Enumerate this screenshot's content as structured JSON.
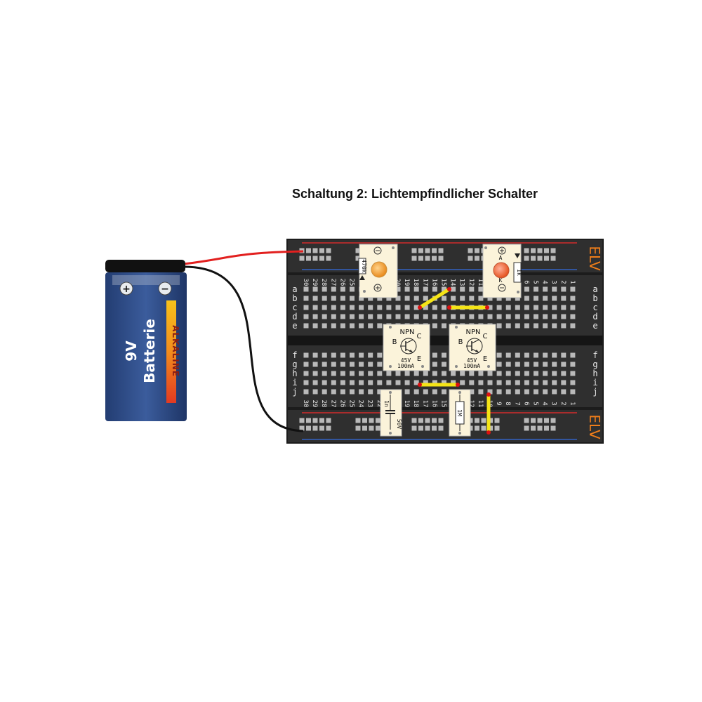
{
  "title": "Schaltung 2: Lichtempfindlicher Schalter",
  "board": {
    "brand": "ELV",
    "columns_top": [
      "30",
      "29",
      "28",
      "27",
      "26",
      "25",
      "24",
      "23",
      "22",
      "21",
      "20",
      "19",
      "18",
      "17",
      "16",
      "15",
      "14",
      "13",
      "12",
      "11",
      "10",
      "9",
      "8",
      "7",
      "6",
      "5",
      "4",
      "3",
      "2",
      "1"
    ],
    "rows_top": [
      "a",
      "b",
      "c",
      "d",
      "e"
    ],
    "rows_bottom": [
      "f",
      "g",
      "h",
      "i",
      "j"
    ]
  },
  "battery": {
    "voltage": "9V",
    "label": "Batterie",
    "brand": "ALKALINE",
    "plus": "+",
    "minus": "−"
  },
  "components": {
    "ldr_resistor": "470k",
    "led_resistor": "1k",
    "transistor1": {
      "type": "NPN",
      "b": "B",
      "c": "C",
      "e": "E",
      "rating_v": "45V",
      "rating_i": "100mA"
    },
    "transistor2": {
      "type": "NPN",
      "b": "B",
      "c": "C",
      "e": "E",
      "rating_v": "45V",
      "rating_i": "100mA"
    },
    "capacitor": {
      "value": "1n",
      "voltage": "50V"
    },
    "resistor_bottom": "1M",
    "led_anode": "A",
    "led_cathode": "K"
  },
  "colors": {
    "board": "#2b2b2b",
    "wire_red": "#e2201f",
    "wire_black": "#111111",
    "jumper": "#f5e416",
    "battery_body": "#2c4a86",
    "elv": "#ee7d1a"
  }
}
